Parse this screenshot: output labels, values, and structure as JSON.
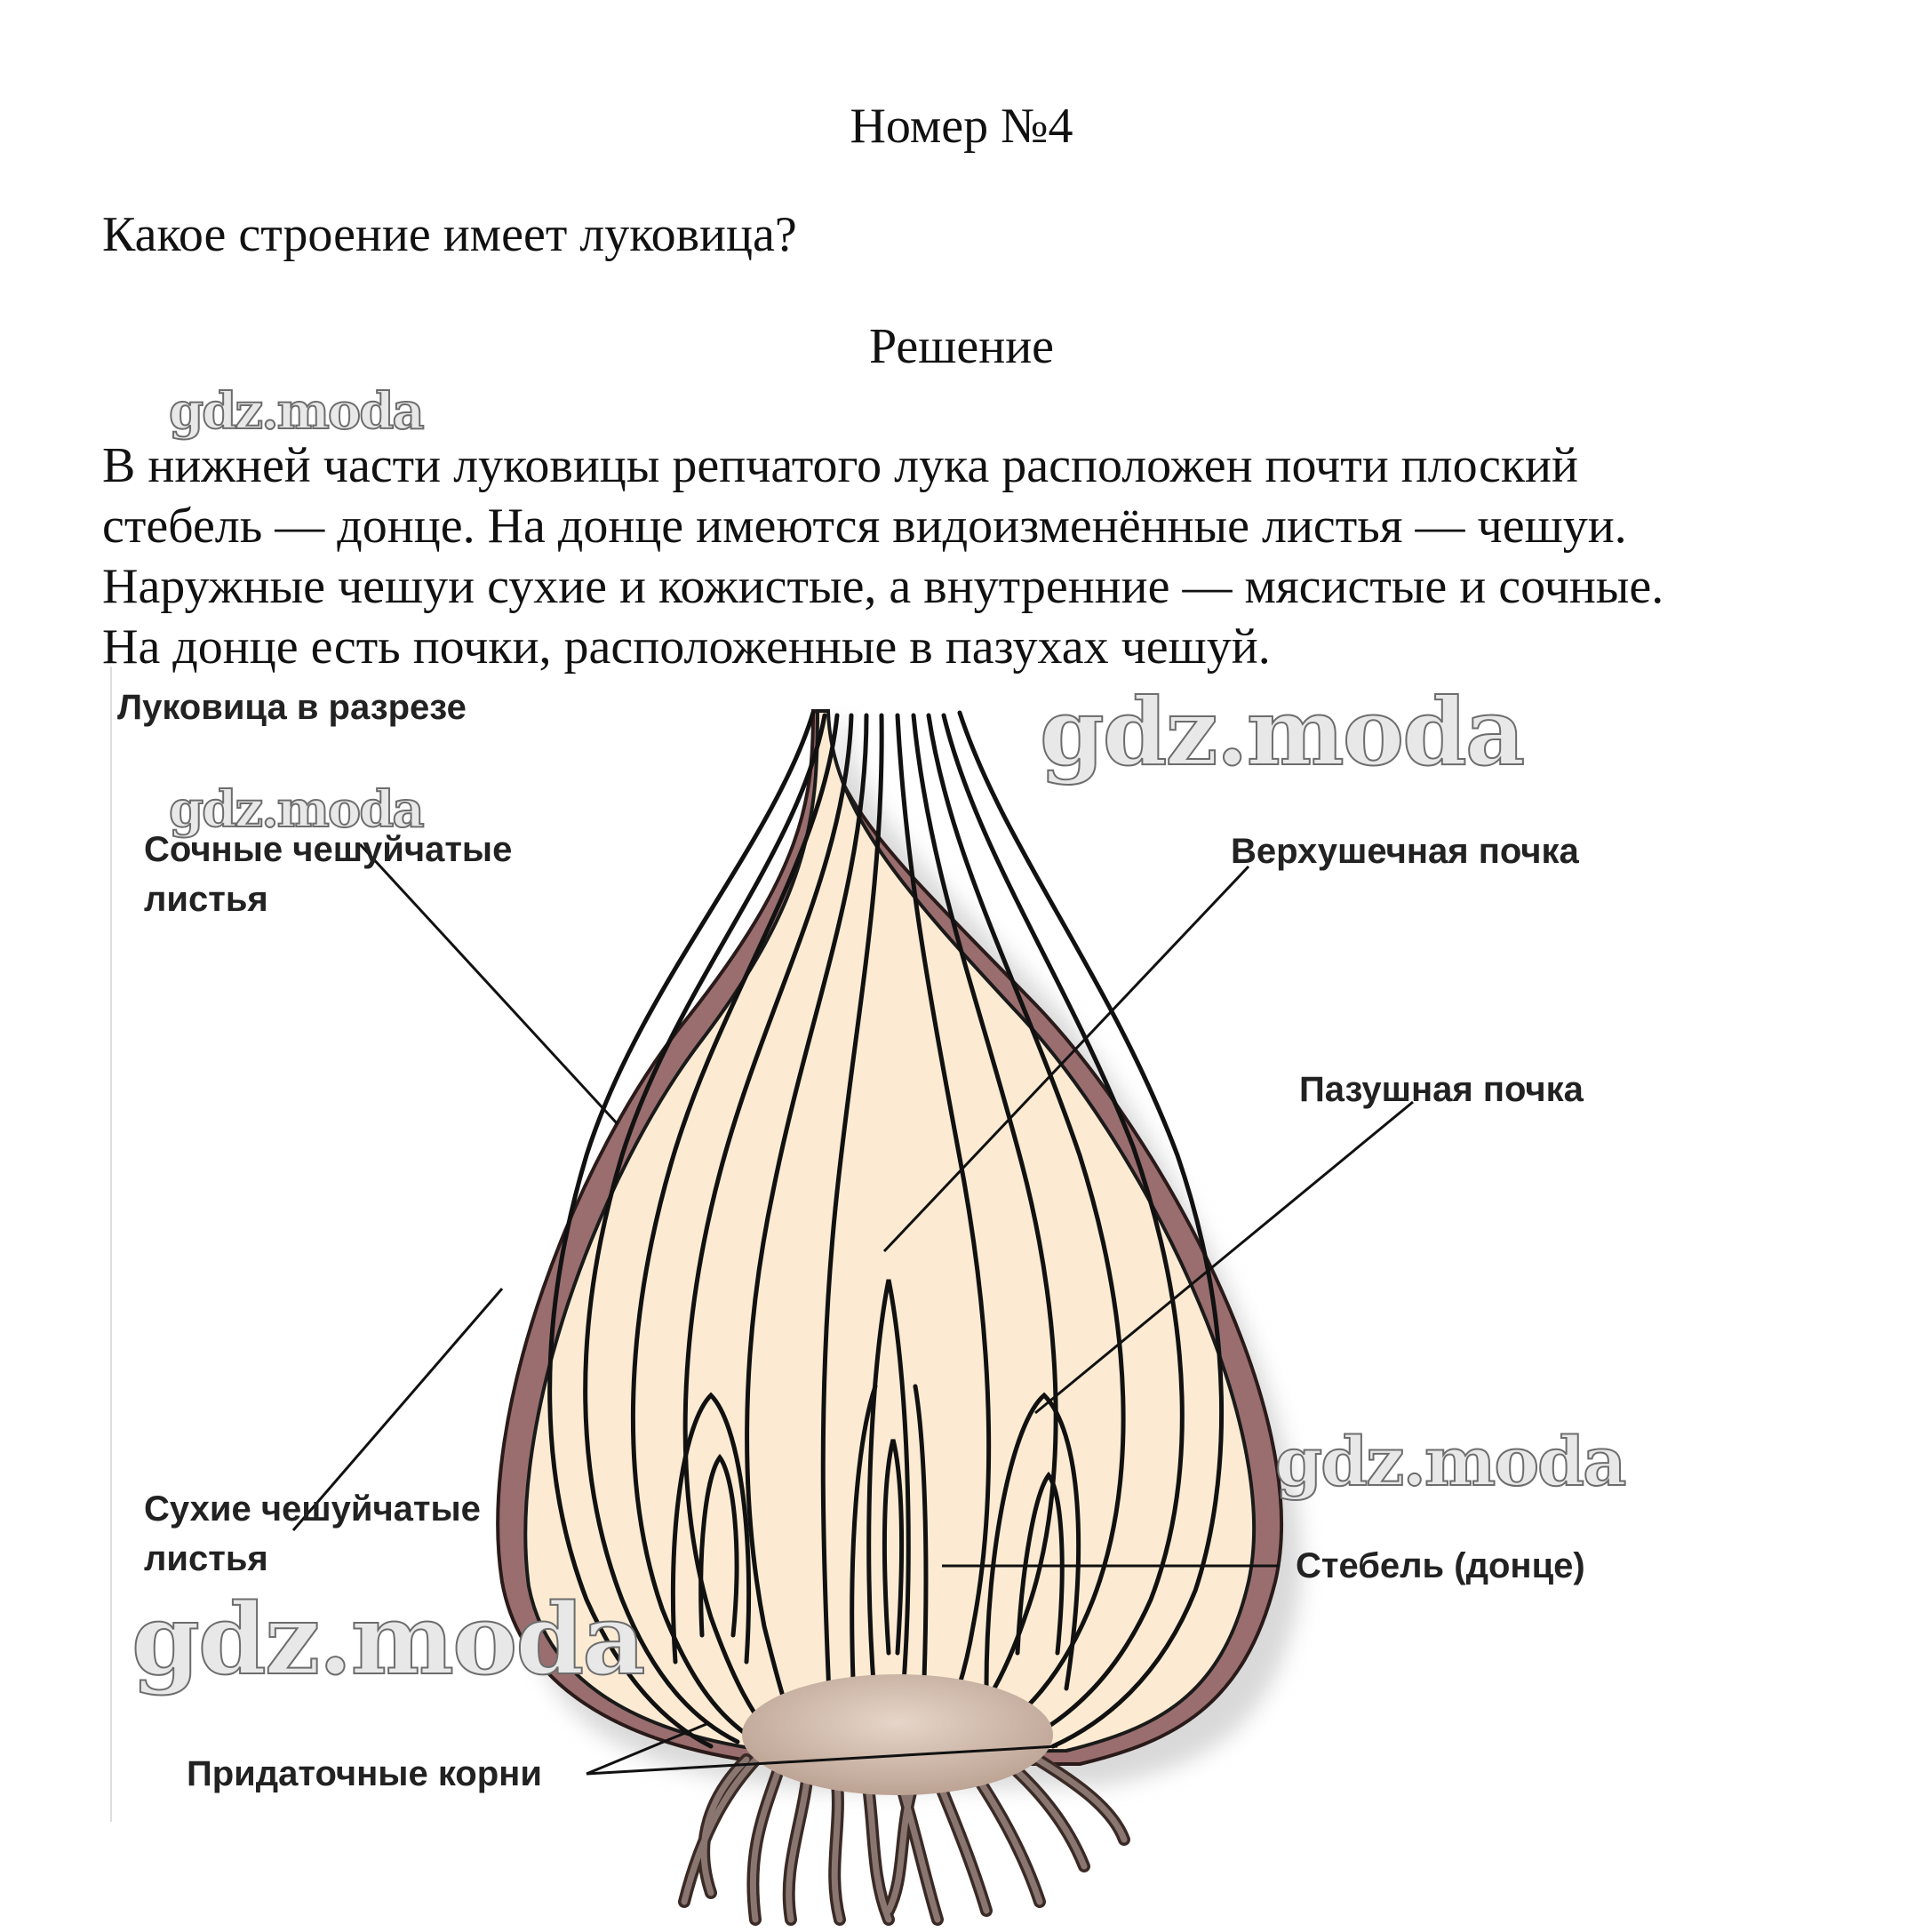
{
  "header": {
    "title": "Номер №4"
  },
  "question": {
    "text": "Какое строение имеет луковица?"
  },
  "solution": {
    "heading": "Решение",
    "lines": [
      "В нижней части луковицы репчатого лука расположен почти плоский",
      "стебель — донце. На донце имеются видоизменённые листья — чешуи.",
      "Наружные чешуи сухие и кожистые, а внутренние — мясистые и сочные.",
      "На донце есть почки, расположенные в пазухах чешуй."
    ]
  },
  "figure": {
    "title": "Луковица в разрезе",
    "labels": {
      "juicy_leaves_1": "Сочные чешуйчатые",
      "juicy_leaves_2": "листья",
      "apical_bud": "Верхушечная почка",
      "axillary_bud": "Пазушная почка",
      "dry_leaves_1": "Сухие чешуйчатые",
      "dry_leaves_2": "листья",
      "stem": "Стебель (донце)",
      "roots": "Придаточные корни"
    },
    "colors": {
      "flesh": "#fcebd2",
      "skin": "#9a6e6e",
      "stem": "#c9b0a0",
      "roots": "#7d6a63"
    }
  },
  "watermark": {
    "text": "gdz.moda"
  }
}
